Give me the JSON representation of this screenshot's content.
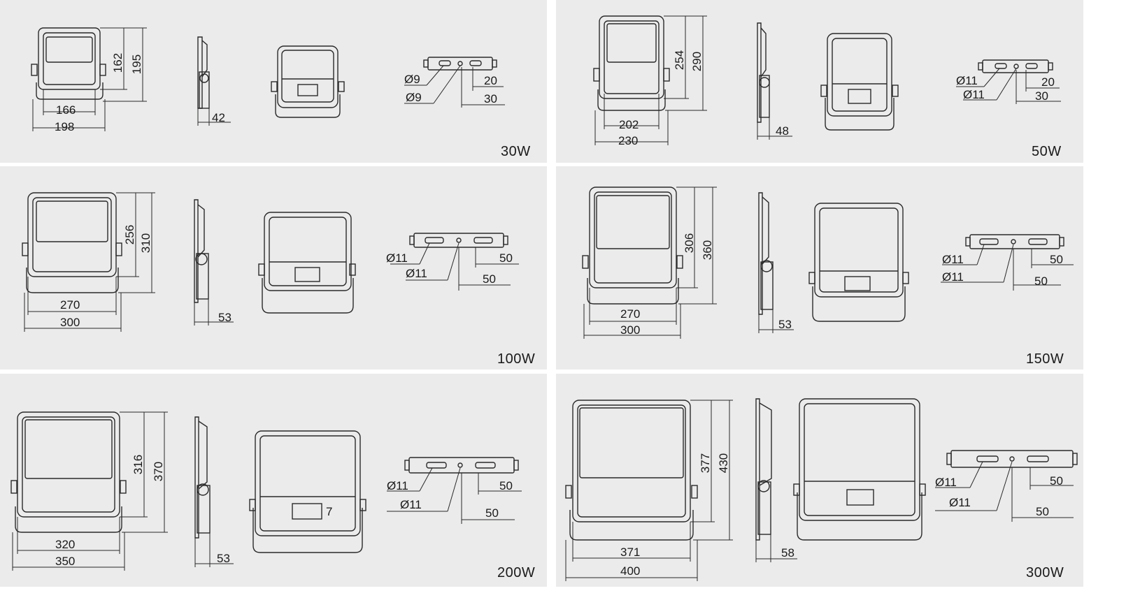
{
  "panels": [
    {
      "power": "30W",
      "front": {
        "inner_w": "166",
        "outer_w": "198",
        "inner_h": "162",
        "outer_h": "195"
      },
      "side": {
        "depth": "42"
      },
      "bottom": {
        "hole1": "Ø9",
        "hole2": "Ø9",
        "d1": "20",
        "d2": "30"
      }
    },
    {
      "power": "50W",
      "front": {
        "inner_w": "202",
        "outer_w": "230",
        "inner_h": "254",
        "outer_h": "290"
      },
      "side": {
        "depth": "48"
      },
      "bottom": {
        "hole1": "Ø11",
        "hole2": "Ø11",
        "d1": "20",
        "d2": "30"
      }
    },
    {
      "power": "100W",
      "front": {
        "inner_w": "270",
        "outer_w": "300",
        "inner_h": "256",
        "outer_h": "310"
      },
      "side": {
        "depth": "53"
      },
      "bottom": {
        "hole1": "Ø11",
        "hole2": "Ø11",
        "d1": "50",
        "d2": "50"
      }
    },
    {
      "power": "150W",
      "front": {
        "inner_w": "270",
        "outer_w": "300",
        "inner_h": "306",
        "outer_h": "360"
      },
      "side": {
        "depth": "53"
      },
      "bottom": {
        "hole1": "Ø11",
        "hole2": "Ø11",
        "d1": "50",
        "d2": "50"
      }
    },
    {
      "power": "200W",
      "front": {
        "inner_w": "320",
        "outer_w": "350",
        "inner_h": "316",
        "outer_h": "370"
      },
      "side": {
        "depth": "53"
      },
      "back": {
        "label": "7"
      },
      "bottom": {
        "hole1": "Ø11",
        "hole2": "Ø11",
        "d1": "50",
        "d2": "50"
      }
    },
    {
      "power": "300W",
      "front": {
        "inner_w": "371",
        "outer_w": "400",
        "inner_h": "377",
        "outer_h": "430"
      },
      "side": {
        "depth": "58"
      },
      "bottom": {
        "hole1": "Ø11",
        "hole2": "Ø11",
        "d1": "50",
        "d2": "50"
      }
    }
  ]
}
